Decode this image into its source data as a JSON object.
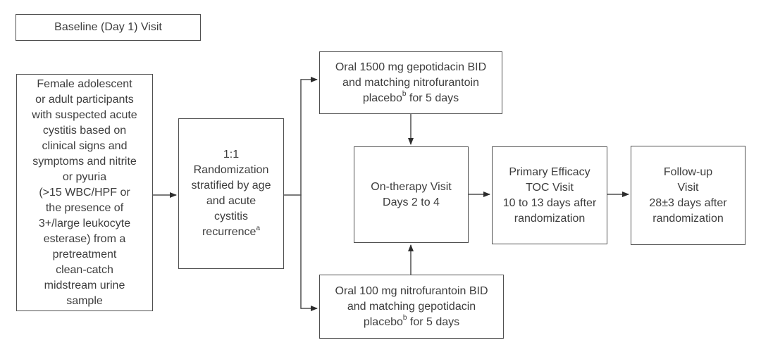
{
  "figure": {
    "background": "#ffffff",
    "border_color": "#4f4f4f",
    "text_color": "#3d3d3d",
    "line_color": "#4f4f4f",
    "arrow_color": "#2d2d2d"
  },
  "baseline": {
    "label": "Baseline (Day 1) Visit"
  },
  "eligibility": {
    "lines": [
      "Female adolescent",
      "or adult participants",
      "with suspected acute",
      "cystitis based on",
      "clinical signs and",
      "symptoms and nitrite",
      "or pyuria",
      "(>15 WBC/HPF or",
      "the presence of",
      "3+/large leukocyte",
      "esterase) from a",
      "pretreatment",
      "clean-catch",
      "midstream urine",
      "sample"
    ]
  },
  "randomization": {
    "lines_pre": [
      "1:1",
      "Randomization",
      "stratified by age",
      "and acute",
      "cystitis"
    ],
    "last_line_text": "recurrence",
    "last_line_sup": "a"
  },
  "arm_top": {
    "line1": "Oral 1500 mg gepotidacin BID",
    "line2": "and matching nitrofurantoin",
    "line3_text": "placebo",
    "line3_sup": "b",
    "line3_rest": " for 5 days"
  },
  "arm_bottom": {
    "line1": "Oral 100 mg nitrofurantoin BID",
    "line2": "and matching gepotidacin",
    "line3_text": "placebo",
    "line3_sup": "b",
    "line3_rest": " for 5 days"
  },
  "on_therapy": {
    "lines": [
      "On-therapy Visit",
      "Days 2 to 4"
    ]
  },
  "toc": {
    "lines": [
      "Primary Efficacy",
      "TOC Visit",
      "10 to 13 days after",
      "randomization"
    ]
  },
  "followup": {
    "lines": [
      "Follow-up",
      "Visit",
      "28±3 days after",
      "randomization"
    ]
  },
  "edges": [
    {
      "from": "eligibility",
      "to": "randomization"
    },
    {
      "from": "randomization",
      "to": "arm_top"
    },
    {
      "from": "randomization",
      "to": "arm_bottom"
    },
    {
      "from": "arm_top",
      "to": "on_therapy"
    },
    {
      "from": "arm_bottom",
      "to": "on_therapy"
    },
    {
      "from": "on_therapy",
      "to": "toc"
    },
    {
      "from": "toc",
      "to": "followup"
    }
  ]
}
